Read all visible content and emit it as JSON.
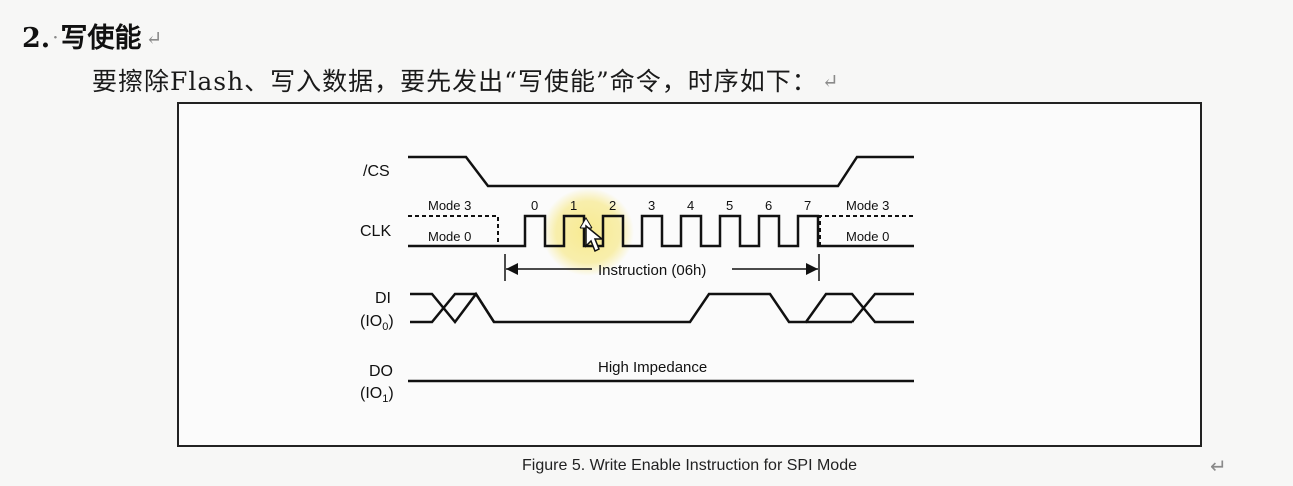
{
  "heading": {
    "number": "2.",
    "dot": "·",
    "title": "写使能",
    "para_mark": "↵"
  },
  "paragraph": {
    "text": "要擦除Flash、写入数据，要先发出“写使能”命令，时序如下：",
    "para_mark": "↵"
  },
  "diagram": {
    "signals": {
      "cs": "/CS",
      "clk": "CLK",
      "di": "DI",
      "di_sub_prefix": "(IO",
      "di_sub": "0",
      "do": "DO",
      "do_sub_prefix": "(IO",
      "do_sub": "1",
      "sub_suffix": ")"
    },
    "mode3_left": "Mode 3",
    "mode0_left": "Mode 0",
    "mode3_right": "Mode 3",
    "mode0_right": "Mode 0",
    "clock_numbers": [
      "0",
      "1",
      "2",
      "3",
      "4",
      "5",
      "6",
      "7"
    ],
    "instruction_label": "Instruction (06h)",
    "high_impedance": "High Impedance",
    "highlight_color": "#f7e98a"
  },
  "caption": {
    "text": "Figure 5. Write Enable Instruction for SPI Mode",
    "para_mark": "↵"
  }
}
